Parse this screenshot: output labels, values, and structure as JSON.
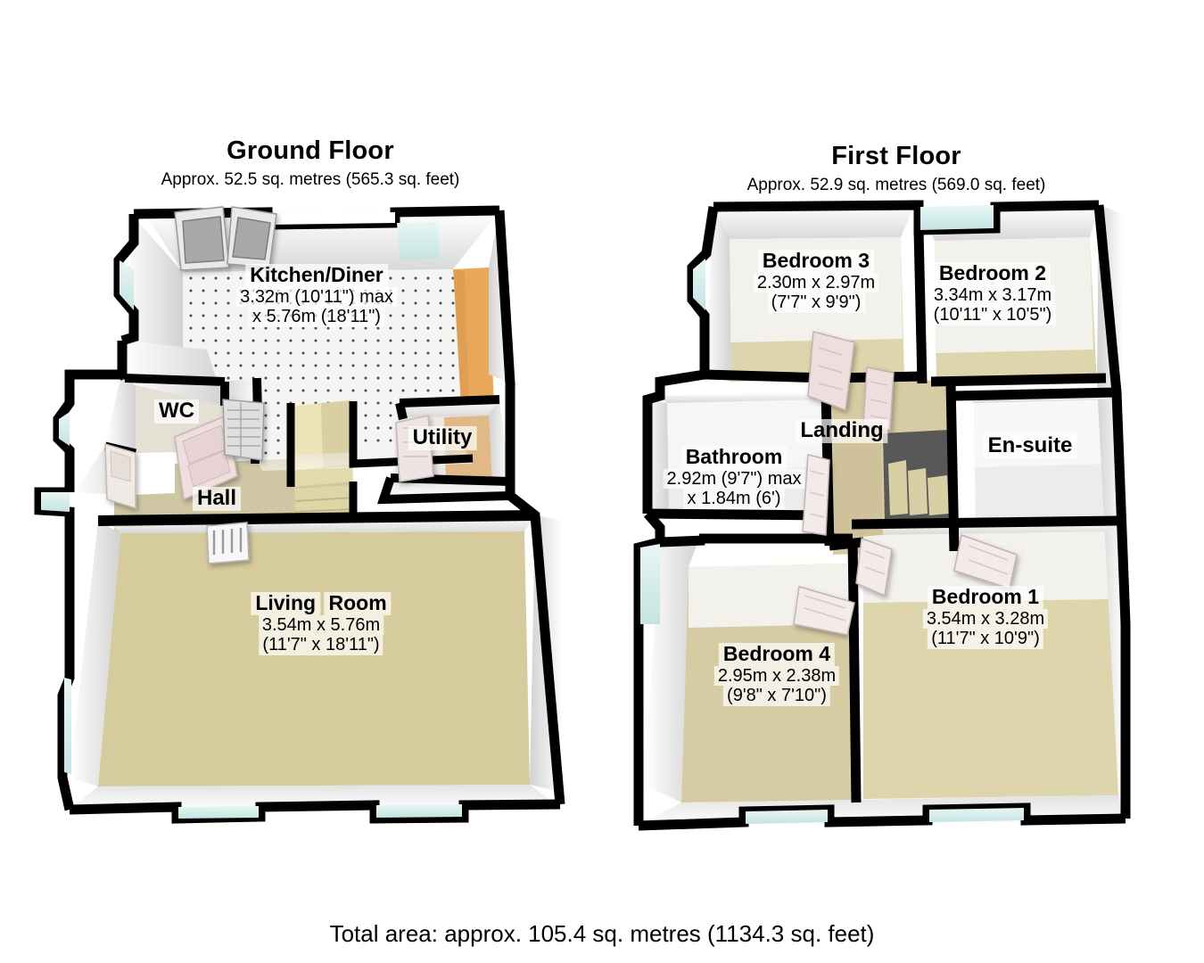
{
  "document": {
    "total_area": "Total area: approx. 105.4 sq. metres (1134.3 sq. feet)"
  },
  "floors": [
    {
      "id": "ground",
      "title": "Ground Floor",
      "approx_area": "Approx. 52.5 sq. metres (565.3 sq. feet)",
      "rooms": [
        {
          "name": "Kitchen/Diner",
          "dim_line1": "3.32m (10'11\") max",
          "dim_line2": "x 5.76m (18'11\")",
          "floor_color": "#f2f2f0"
        },
        {
          "name": "WC",
          "dim_line1": "",
          "dim_line2": "",
          "floor_color": "#e8e5dc"
        },
        {
          "name": "Hall",
          "dim_line1": "",
          "dim_line2": "",
          "floor_color": "#cfc6a4"
        },
        {
          "name": "Utility",
          "dim_line1": "",
          "dim_line2": "",
          "floor_color": "#ece9e2"
        },
        {
          "name": "Living Room",
          "name_line1": "Living",
          "name_line2": "Room",
          "dim_line1": "3.54m x 5.76m",
          "dim_line2": "(11'7\" x 18'11\")",
          "floor_color": "#d9ce9f"
        }
      ]
    },
    {
      "id": "first",
      "title": "First Floor",
      "approx_area": "Approx. 52.9 sq. metres (569.0 sq. feet)",
      "rooms": [
        {
          "name": "Bedroom 3",
          "dim_line1": "2.30m x 2.97m",
          "dim_line2": "(7'7\" x 9'9\")",
          "floor_color": "#ded5ad"
        },
        {
          "name": "Bedroom 2",
          "dim_line1": "3.34m x 3.17m",
          "dim_line2": "(10'11\" x 10'5\")",
          "floor_color": "#ded5ad"
        },
        {
          "name": "Bathroom",
          "dim_line1": "2.92m (9'7\") max",
          "dim_line2": "x 1.84m (6')",
          "floor_color": "#ececed"
        },
        {
          "name": "Landing",
          "dim_line1": "",
          "dim_line2": "",
          "floor_color": "#d6cba3"
        },
        {
          "name": "En-suite",
          "dim_line1": "",
          "dim_line2": "",
          "floor_color": "#ececed"
        },
        {
          "name": "Bedroom 1",
          "dim_line1": "3.54m x 3.28m",
          "dim_line2": "(11'7\" x 10'9\")",
          "floor_color": "#ded5ad"
        },
        {
          "name": "Bedroom 4",
          "dim_line1": "2.95m x 2.38m",
          "dim_line2": "(9'8\" x 7'10\")",
          "floor_color": "#d6cba3"
        }
      ]
    }
  ],
  "palette": {
    "wall_outline": "#000000",
    "wall_face_light": "#ffffff",
    "wall_face_shade": "#c9c9c9",
    "carpet_beige": "#ded5ad",
    "carpet_dark_beige": "#cfc6a4",
    "tile_light": "#efeff0",
    "worktop_orange": "#e8a858",
    "window_glass": "#d9f0ef",
    "stair_tread": "#d9cfa4",
    "stair_shadow": "#585858",
    "door_pink": "#efdede",
    "door_grey": "#bdbdbd"
  }
}
